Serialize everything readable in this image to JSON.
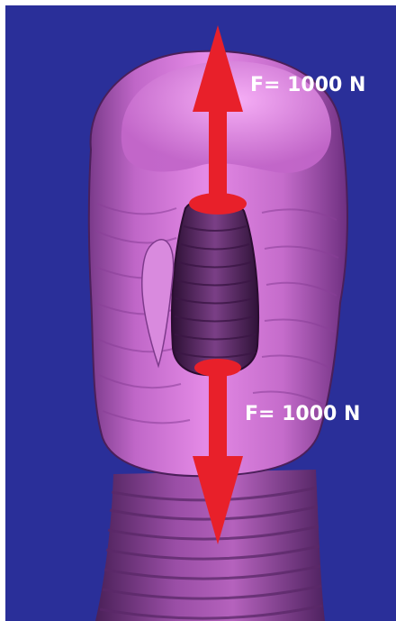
{
  "background_color": "#2a2f99",
  "model_color": "#d36fd3",
  "arrow_color": "#e8202a",
  "forces": {
    "top": {
      "label": "F= 1000 N",
      "direction": "up"
    },
    "bottom": {
      "label": "F= 1000 N",
      "direction": "down"
    }
  }
}
